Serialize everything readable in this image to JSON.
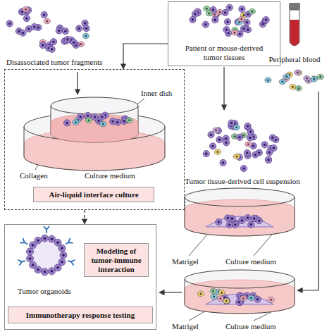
{
  "diagram": {
    "nodes": [
      {
        "text": [
          "Patient or mouse-derived tumor tissues"
        ]
      },
      {
        "text": [
          "Disassociated tumor fragments"
        ]
      },
      {
        "text": [
          "Air-liquid interface culture"
        ],
        "in": 1
      },
      {
        "text": [
          "Tumor organoids"
        ]
      },
      {
        "text": [
          "Modeling of tumor-immune interaction"
        ],
        "in": 3
      },
      {
        "text": [
          "Immunotherapy response testing"
        ],
        "in": 3
      }
    ],
    "edges": [
      {
        "from": 0,
        "to": 1,
        "arrow": "to"
      },
      {
        "from": 1,
        "to": 3,
        "arrow": "to"
      }
    ],
    "labels": [
      "Inner dish",
      "Collagen",
      "Culture medium",
      "Peripheral blood",
      "Tumor tissue-derived cell suspension",
      "Matrigel",
      "Culture medium",
      "Matrigel",
      "Culture medium"
    ]
  }
}
